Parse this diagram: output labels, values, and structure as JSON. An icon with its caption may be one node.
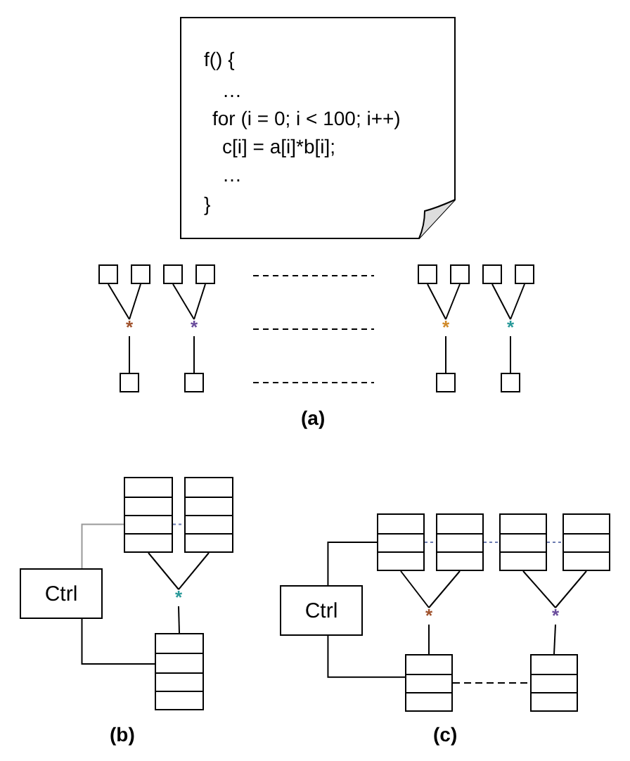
{
  "diagram": {
    "nodes": [
      {
        "text": [
          "f() {",
          "…",
          "for (i = 0; i < 100; i++)",
          "c[i] = a[i]*b[i];",
          "…",
          "}"
        ]
      },
      {
        "text": [],
        "shape": "box"
      },
      {
        "text": [],
        "shape": "box"
      },
      {
        "text": [],
        "shape": "box"
      },
      {
        "text": [],
        "shape": "box"
      },
      {
        "text": [],
        "shape": "box"
      },
      {
        "text": [],
        "shape": "box"
      },
      {
        "text": [],
        "shape": "box"
      },
      {
        "text": [],
        "shape": "box"
      },
      {
        "text": [
          "*"
        ]
      },
      {
        "text": [
          "*"
        ]
      },
      {
        "text": [
          "*"
        ]
      },
      {
        "text": [
          "*"
        ]
      },
      {
        "text": [],
        "shape": "box"
      },
      {
        "text": [],
        "shape": "box"
      },
      {
        "text": [],
        "shape": "box"
      },
      {
        "text": [],
        "shape": "box"
      },
      {
        "text": [],
        "shape": "box"
      },
      {
        "text": [],
        "shape": "box"
      },
      {
        "text": [
          "Ctrl"
        ]
      },
      {
        "text": [
          "*"
        ]
      },
      {
        "text": [],
        "shape": "box"
      },
      {
        "text": [],
        "shape": "box"
      },
      {
        "text": [],
        "shape": "box"
      },
      {
        "text": [],
        "shape": "box"
      },
      {
        "text": [],
        "shape": "box"
      },
      {
        "text": [
          "Ctrl"
        ]
      },
      {
        "text": [
          "*"
        ]
      },
      {
        "text": [
          "*"
        ]
      },
      {
        "text": [],
        "shape": "box"
      },
      {
        "text": [],
        "shape": "box"
      }
    ],
    "edges": [
      {
        "from": 1,
        "to": 9,
        "arrow": "none"
      },
      {
        "from": 2,
        "to": 9,
        "arrow": "none"
      },
      {
        "from": 9,
        "to": 13,
        "arrow": "none"
      },
      {
        "from": 3,
        "to": 10,
        "arrow": "none"
      },
      {
        "from": 4,
        "to": 10,
        "arrow": "none"
      },
      {
        "from": 10,
        "to": 14,
        "arrow": "none"
      },
      {
        "from": 5,
        "to": 11,
        "arrow": "none"
      },
      {
        "from": 6,
        "to": 11,
        "arrow": "none"
      },
      {
        "from": 11,
        "to": 15,
        "arrow": "none"
      },
      {
        "from": 7,
        "to": 12,
        "arrow": "none"
      },
      {
        "from": 8,
        "to": 12,
        "arrow": "none"
      },
      {
        "from": 12,
        "to": 16,
        "arrow": "none"
      },
      {
        "from": 19,
        "to": 17,
        "arrow": "none",
        "color": "#999999"
      },
      {
        "from": 19,
        "to": 21,
        "arrow": "none"
      },
      {
        "from": 17,
        "to": 18,
        "arrow": "none",
        "style": "dashed",
        "color": "#6b7bb0"
      },
      {
        "from": 17,
        "to": 20,
        "arrow": "none"
      },
      {
        "from": 18,
        "to": 20,
        "arrow": "none"
      },
      {
        "from": 20,
        "to": 21,
        "arrow": "none"
      },
      {
        "from": 26,
        "to": 22,
        "arrow": "none"
      },
      {
        "from": 26,
        "to": 29,
        "arrow": "none"
      },
      {
        "from": 22,
        "to": 23,
        "arrow": "none",
        "style": "dashed",
        "color": "#6b7bb0"
      },
      {
        "from": 23,
        "to": 24,
        "arrow": "none",
        "style": "dashed",
        "color": "#6b7bb0"
      },
      {
        "from": 24,
        "to": 25,
        "arrow": "none",
        "style": "dashed",
        "color": "#6b7bb0"
      },
      {
        "from": 22,
        "to": 27,
        "arrow": "none"
      },
      {
        "from": 23,
        "to": 27,
        "arrow": "none"
      },
      {
        "from": 27,
        "to": 29,
        "arrow": "none"
      },
      {
        "from": 24,
        "to": 28,
        "arrow": "none"
      },
      {
        "from": 25,
        "to": 28,
        "arrow": "none"
      },
      {
        "from": 28,
        "to": 30,
        "arrow": "none"
      },
      {
        "from": 29,
        "to": 30,
        "arrow": "none",
        "style": "dashed"
      }
    ],
    "labels": [
      "(a)",
      "(b)",
      "(c)"
    ]
  }
}
